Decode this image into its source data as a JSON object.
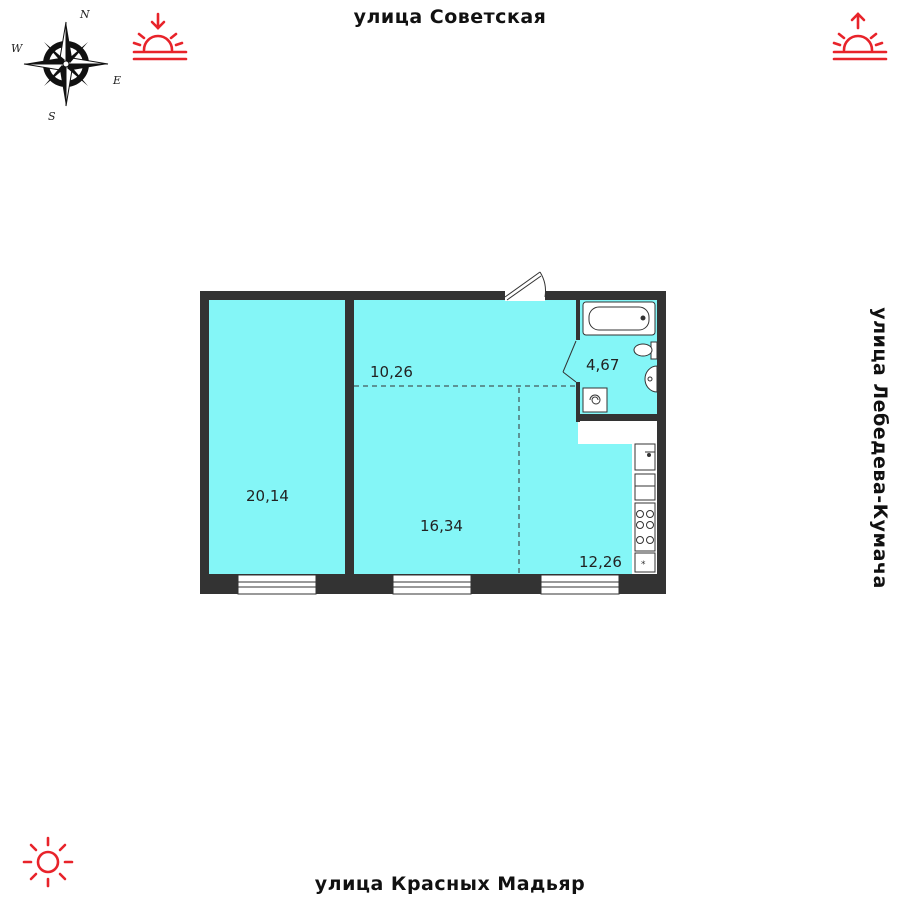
{
  "streets": {
    "top": "улица Советская",
    "bottom": "улица Красных Мадьяр",
    "right": "улица Лебедева-Кумача"
  },
  "compass": {
    "n": "N",
    "e": "E",
    "s": "S",
    "w": "W",
    "icon": "compass-rose-icon"
  },
  "sun_icons": [
    {
      "name": "sunrise-arrow-down-icon",
      "color": "#e8232a"
    },
    {
      "name": "sunrise-arrow-up-icon",
      "color": "#e8232a"
    },
    {
      "name": "sun-icon",
      "color": "#e8232a"
    }
  ],
  "rooms": {
    "room_left": "20,14",
    "hall": "10,26",
    "bathroom": "4,67",
    "living": "16,34",
    "kitchen": "12,26"
  },
  "colors": {
    "room_fill": "#84f6f7",
    "wall": "#333333",
    "accent": "#e8232a"
  }
}
